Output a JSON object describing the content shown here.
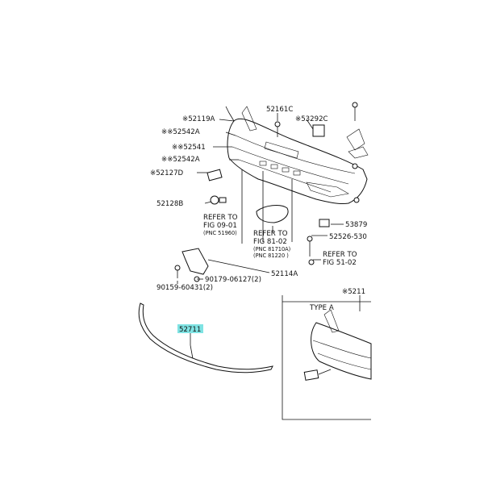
{
  "labels": {
    "p52119a": "※52119A",
    "p52161c": "52161C",
    "p53292c": "※53292C",
    "p52542a_1": "※※52542A",
    "p52541": "※※52541",
    "p52542a_2": "※※52542A",
    "p52127d": "※52127D",
    "p52128b": "52128B",
    "refer1_a": "REFER  TO",
    "refer1_b": "FIG  09-01",
    "refer1_c": "(PNC  51960)",
    "refer2_a": "REFER  TO",
    "refer2_b": "FIG  81-02",
    "refer2_c": "(PNC  81710A)",
    "refer2_d": "(PNC  81220 )",
    "p53879": "53879",
    "p52526": "52526-530",
    "refer3_a": "REFER  TO",
    "refer3_b": "FIG  51-02",
    "p52114a": "52114A",
    "p90179": "90179-06127(2)",
    "p90159": "90159-60431(2)",
    "p52711": "52711",
    "p5211_inset": "※5211",
    "type_a": "TYPE  A"
  },
  "colors": {
    "highlight": "#7fe3e3",
    "line": "#111111"
  }
}
